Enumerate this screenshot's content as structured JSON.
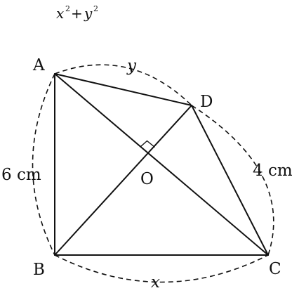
{
  "formula": {
    "base1": "x",
    "exp1": "2",
    "plus": "+",
    "base2": "y",
    "exp2": "2"
  },
  "points": {
    "A": "A",
    "B": "B",
    "C": "C",
    "D": "D",
    "O": "O"
  },
  "labels": {
    "side_ab": "6 cm",
    "side_dc": "4 cm",
    "arc_bc": "x",
    "arc_ad": "y"
  }
}
